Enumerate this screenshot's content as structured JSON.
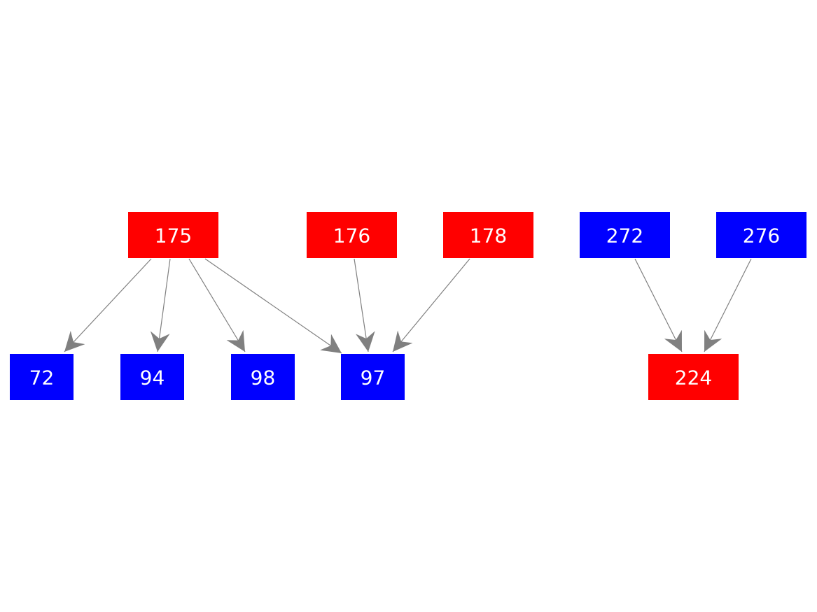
{
  "diagram": {
    "colors": {
      "red": "#ff0000",
      "blue": "#0000ff",
      "edge": "#808080"
    },
    "nodes": [
      {
        "id": "175",
        "label": "175",
        "color": "red"
      },
      {
        "id": "176",
        "label": "176",
        "color": "red"
      },
      {
        "id": "178",
        "label": "178",
        "color": "red"
      },
      {
        "id": "272",
        "label": "272",
        "color": "blue"
      },
      {
        "id": "276",
        "label": "276",
        "color": "blue"
      },
      {
        "id": "72",
        "label": "72",
        "color": "blue"
      },
      {
        "id": "94",
        "label": "94",
        "color": "blue"
      },
      {
        "id": "98",
        "label": "98",
        "color": "blue"
      },
      {
        "id": "97",
        "label": "97",
        "color": "blue"
      },
      {
        "id": "224",
        "label": "224",
        "color": "red"
      }
    ],
    "edges": [
      {
        "from": "175",
        "to": "72"
      },
      {
        "from": "175",
        "to": "94"
      },
      {
        "from": "175",
        "to": "98"
      },
      {
        "from": "175",
        "to": "97"
      },
      {
        "from": "176",
        "to": "97"
      },
      {
        "from": "178",
        "to": "97"
      },
      {
        "from": "272",
        "to": "224"
      },
      {
        "from": "276",
        "to": "224"
      }
    ]
  }
}
